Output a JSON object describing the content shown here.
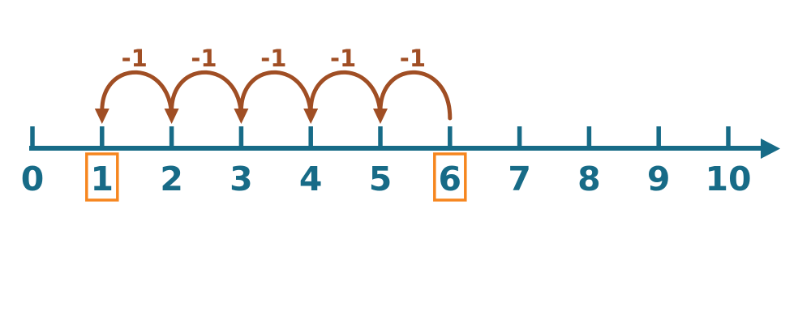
{
  "colors": {
    "line": "#176B87",
    "hop": "#A04E24",
    "highlight_box": "#F6861F",
    "background": "#FFFFFF"
  },
  "number_line": {
    "orientation": "horizontal",
    "min": 0,
    "max": 10,
    "ticks": [
      {
        "value": 0,
        "label": "0",
        "highlighted": false
      },
      {
        "value": 1,
        "label": "1",
        "highlighted": true
      },
      {
        "value": 2,
        "label": "2",
        "highlighted": false
      },
      {
        "value": 3,
        "label": "3",
        "highlighted": false
      },
      {
        "value": 4,
        "label": "4",
        "highlighted": false
      },
      {
        "value": 5,
        "label": "5",
        "highlighted": false
      },
      {
        "value": 6,
        "label": "6",
        "highlighted": true
      },
      {
        "value": 7,
        "label": "7",
        "highlighted": false
      },
      {
        "value": 8,
        "label": "8",
        "highlighted": false
      },
      {
        "value": 9,
        "label": "9",
        "highlighted": false
      },
      {
        "value": 10,
        "label": "10",
        "highlighted": false
      }
    ]
  },
  "hops": [
    {
      "from": 6,
      "to": 5,
      "label": "-1"
    },
    {
      "from": 5,
      "to": 4,
      "label": "-1"
    },
    {
      "from": 4,
      "to": 3,
      "label": "-1"
    },
    {
      "from": 3,
      "to": 2,
      "label": "-1"
    },
    {
      "from": 2,
      "to": 1,
      "label": "-1"
    }
  ]
}
